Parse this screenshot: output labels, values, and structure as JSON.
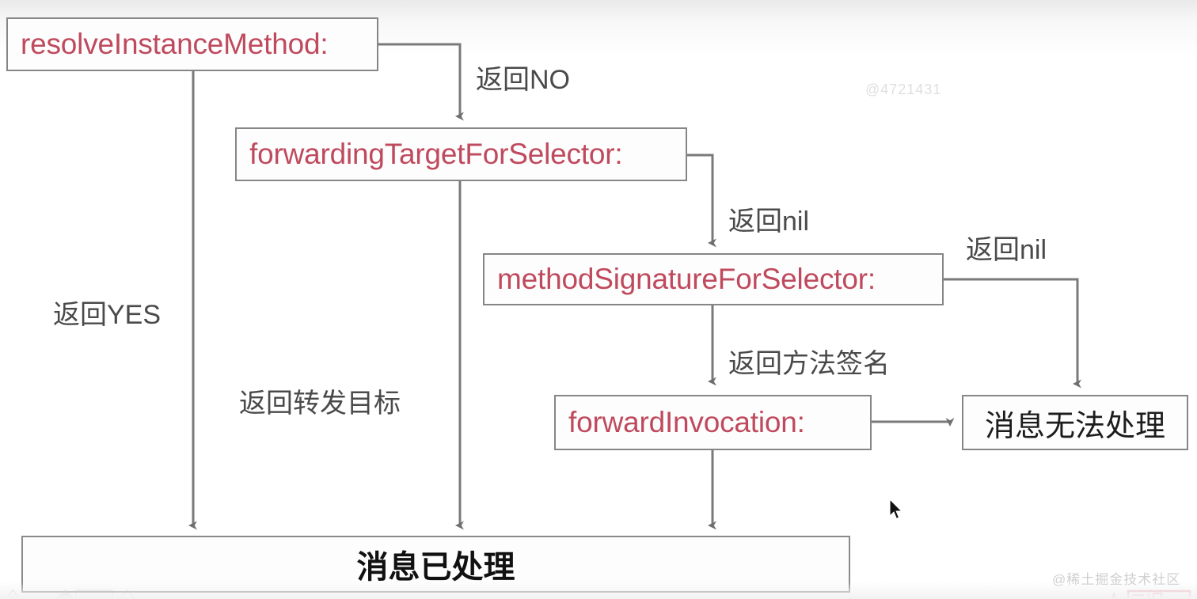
{
  "diagram": {
    "title": "Objective-C message forwarding flow",
    "colors": {
      "code_text": "#bf4a5e",
      "box_border": "#868686",
      "line": "#7a7a7a",
      "label_text": "#4a4a4a",
      "cn_text": "#1c1c1c"
    },
    "nodes": [
      {
        "id": "resolveInstanceMethod",
        "label": "resolveInstanceMethod:",
        "kind": "code"
      },
      {
        "id": "forwardingTargetForSelector",
        "label": "forwardingTargetForSelector:",
        "kind": "code"
      },
      {
        "id": "methodSignatureForSelector",
        "label": "methodSignatureForSelector:",
        "kind": "code"
      },
      {
        "id": "forwardInvocation",
        "label": "forwardInvocation:",
        "kind": "code"
      },
      {
        "id": "messageUnhandled",
        "label": "消息无法处理",
        "kind": "cn"
      },
      {
        "id": "messageHandled",
        "label": "消息已处理",
        "kind": "cn"
      }
    ],
    "edges": [
      {
        "id": "resolve-no",
        "from": "resolveInstanceMethod",
        "to": "forwardingTargetForSelector",
        "label": "返回NO"
      },
      {
        "id": "resolve-yes",
        "from": "resolveInstanceMethod",
        "to": "messageHandled",
        "label": "返回YES"
      },
      {
        "id": "forwarding-nil",
        "from": "forwardingTargetForSelector",
        "to": "methodSignatureForSelector",
        "label": "返回nil"
      },
      {
        "id": "forwarding-target",
        "from": "forwardingTargetForSelector",
        "to": "messageHandled",
        "label": "返回转发目标"
      },
      {
        "id": "signature-nil",
        "from": "methodSignatureForSelector",
        "to": "messageUnhandled",
        "label": "返回nil"
      },
      {
        "id": "signature-ok",
        "from": "methodSignatureForSelector",
        "to": "forwardInvocation",
        "label": "返回方法签名"
      },
      {
        "id": "invocation-unhandled",
        "from": "forwardInvocation",
        "to": "messageUnhandled",
        "label": ""
      },
      {
        "id": "invocation-handled",
        "from": "forwardInvocation",
        "to": "messageHandled",
        "label": ""
      }
    ]
  },
  "watermarks": {
    "top_right": "@4721431",
    "bottom_right": "@稀土掘金技术社区"
  }
}
